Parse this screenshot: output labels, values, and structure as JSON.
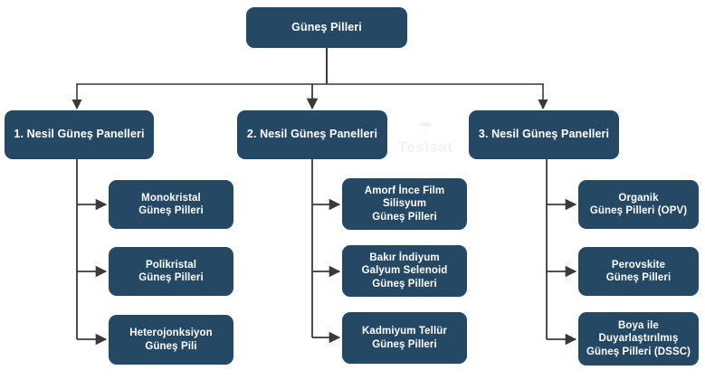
{
  "diagram": {
    "title": "Güneş Pilleri",
    "type": "hierarchy-flowchart",
    "colors": {
      "node_fill": "#254865",
      "node_text": "#ffffff",
      "connector": "#3a3a3a",
      "background": "#ffffff",
      "watermark": "#f0f3f2"
    },
    "watermark": {
      "mark": "☂",
      "text": "Tesisat"
    },
    "root": {
      "label": "Güneş Pilleri"
    },
    "generations": [
      {
        "label": "1. Nesil Güneş Panelleri",
        "children": [
          {
            "label": "Monokristal\nGüneş Pilleri"
          },
          {
            "label": "Polikristal\nGüneş Pilleri"
          },
          {
            "label": "Heterojonksiyon\nGüneş Pili"
          }
        ]
      },
      {
        "label": "2. Nesil Güneş Panelleri",
        "children": [
          {
            "label": "Amorf İnce Film\nSilisyum\nGüneş Pilleri"
          },
          {
            "label": "Bakır İndiyum\nGalyum Selenoid\nGüneş Pilleri"
          },
          {
            "label": "Kadmiyum Tellür\nGüneş Pilleri"
          }
        ]
      },
      {
        "label": "3. Nesil Güneş Panelleri",
        "children": [
          {
            "label": "Organik\nGüneş Pilleri (OPV)"
          },
          {
            "label": "Perovskite\nGüneş Pilleri"
          },
          {
            "label": "Boya ile\nDuyarlaştırılmış\nGüneş Pilleri (DSSC)"
          }
        ]
      }
    ]
  }
}
